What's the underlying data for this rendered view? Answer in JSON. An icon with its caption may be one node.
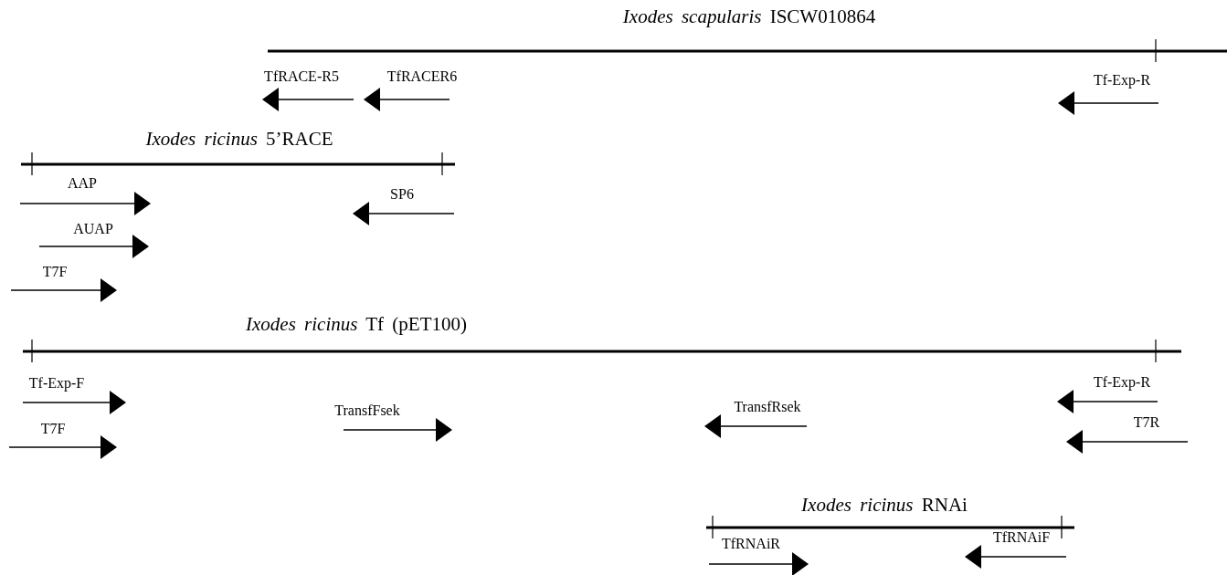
{
  "diagram": {
    "labels": [
      "*Ixodes scapularis* ISCW010864",
      "TfRACE-R5",
      "TfRACER6",
      "Tf-Exp-R",
      "*Ixodes ricinus* 5’RACE",
      "AAP",
      "SP6",
      "AUAP",
      "T7F",
      "*Ixodes ricinus* Tf (pET100)",
      "Tf-Exp-F",
      "Tf-Exp-R",
      "TransfFsek",
      "TransfRsek",
      "T7F",
      "T7R",
      "*Ixodes ricinus* RNAi",
      "TfRNAiR",
      "TfRNAiF"
    ]
  }
}
